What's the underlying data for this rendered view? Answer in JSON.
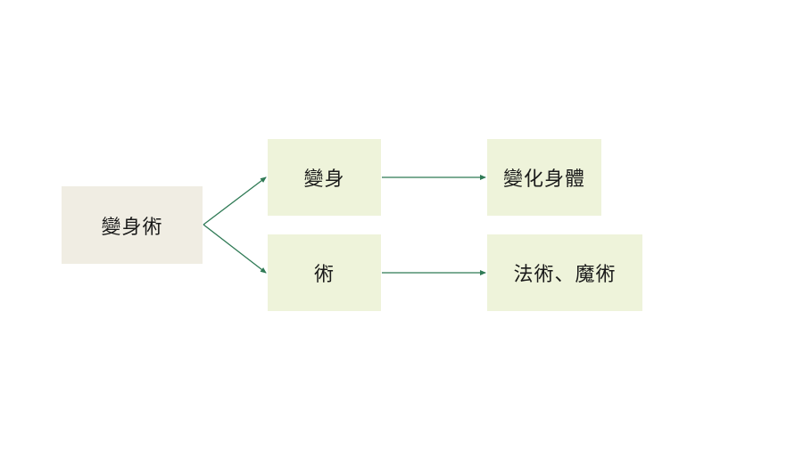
{
  "colors": {
    "root_fill": "#f0ede3",
    "leaf_fill": "#eef3da",
    "connector": "#2f7a55"
  },
  "nodes": {
    "root": {
      "label": "變身術"
    },
    "split_a": {
      "label": "變身"
    },
    "split_b": {
      "label": "術"
    },
    "meaning_a": {
      "label": "變化身體"
    },
    "meaning_b": {
      "label": "法術、魔術"
    }
  }
}
